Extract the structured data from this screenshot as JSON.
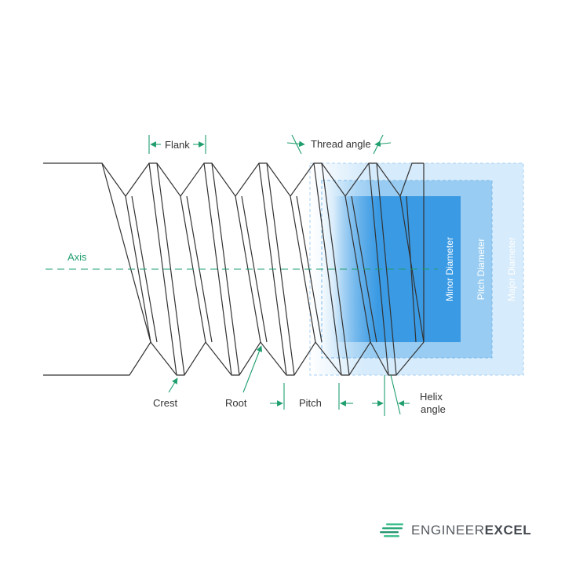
{
  "labels": {
    "flank": "Flank",
    "thread_angle": "Thread angle",
    "axis": "Axis",
    "crest": "Crest",
    "root": "Root",
    "pitch": "Pitch",
    "helix_line1": "Helix",
    "helix_line2": "angle",
    "minor_diameter": "Minor Diameter",
    "pitch_diameter": "Pitch Diameter",
    "major_diameter": "Major Diameter"
  },
  "logo": {
    "text_light": "ENGINEER",
    "text_bold": "EXCEL",
    "icon": "stacked-lines-logo-icon"
  },
  "colors": {
    "accent_green": "#1f9e6e",
    "major_band": "#d6ebfb",
    "pitch_band": "#98ccf2",
    "minor_band": "#3a9ae4",
    "outline": "#333333"
  }
}
